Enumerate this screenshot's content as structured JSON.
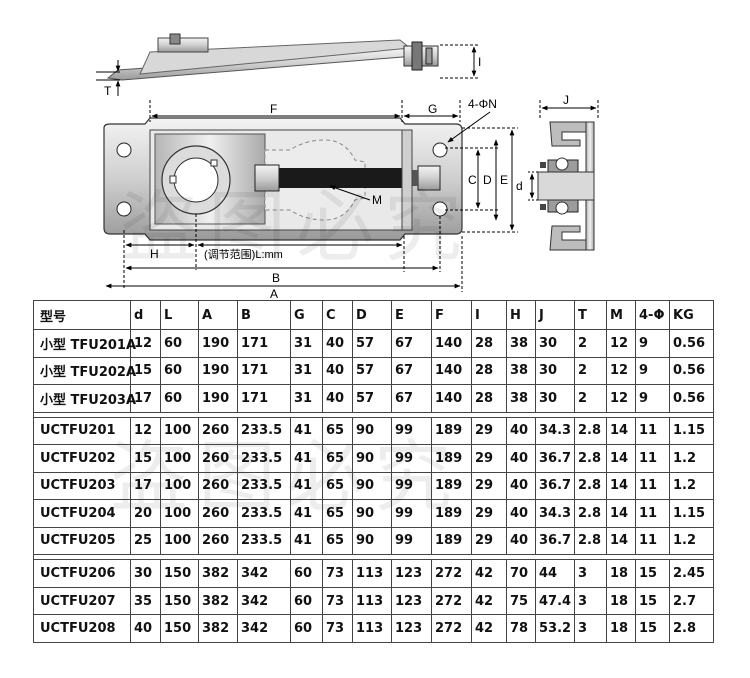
{
  "drawing": {
    "dimension_labels": {
      "I": "I",
      "T": "T",
      "F": "F",
      "G": "G",
      "hole": "4-ΦN",
      "J": "J",
      "C": "C",
      "D": "D",
      "E": "E",
      "d": "d",
      "M": "M",
      "H": "H",
      "L": "(调节范围)L:mm",
      "B": "B",
      "A": "A"
    }
  },
  "watermark": "盗图必究",
  "table": {
    "headers": [
      "型号",
      "d",
      "L",
      "A",
      "B",
      "G",
      "C",
      "D",
      "E",
      "F",
      "I",
      "H",
      "J",
      "T",
      "M",
      "4-Φ",
      "KG"
    ],
    "groups": [
      [
        [
          "小型 TFU201A",
          "12",
          "60",
          "190",
          "171",
          "31",
          "40",
          "57",
          "67",
          "140",
          "28",
          "38",
          "30",
          "2",
          "12",
          "9",
          "0.56"
        ],
        [
          "小型 TFU202A",
          "15",
          "60",
          "190",
          "171",
          "31",
          "40",
          "57",
          "67",
          "140",
          "28",
          "38",
          "30",
          "2",
          "12",
          "9",
          "0.56"
        ],
        [
          "小型 TFU203A",
          "17",
          "60",
          "190",
          "171",
          "31",
          "40",
          "57",
          "67",
          "140",
          "28",
          "38",
          "30",
          "2",
          "12",
          "9",
          "0.56"
        ]
      ],
      [
        [
          "UCTFU201",
          "12",
          "100",
          "260",
          "233.5",
          "41",
          "65",
          "90",
          "99",
          "189",
          "29",
          "40",
          "34.3",
          "2.8",
          "14",
          "11",
          "1.15"
        ],
        [
          "UCTFU202",
          "15",
          "100",
          "260",
          "233.5",
          "41",
          "65",
          "90",
          "99",
          "189",
          "29",
          "40",
          "36.7",
          "2.8",
          "14",
          "11",
          "1.2"
        ],
        [
          "UCTFU203",
          "17",
          "100",
          "260",
          "233.5",
          "41",
          "65",
          "90",
          "99",
          "189",
          "29",
          "40",
          "36.7",
          "2.8",
          "14",
          "11",
          "1.2"
        ],
        [
          "UCTFU204",
          "20",
          "100",
          "260",
          "233.5",
          "41",
          "65",
          "90",
          "99",
          "189",
          "29",
          "40",
          "34.3",
          "2.8",
          "14",
          "11",
          "1.15"
        ],
        [
          "UCTFU205",
          "25",
          "100",
          "260",
          "233.5",
          "41",
          "65",
          "90",
          "99",
          "189",
          "29",
          "40",
          "36.7",
          "2.8",
          "14",
          "11",
          "1.2"
        ]
      ],
      [
        [
          "UCTFU206",
          "30",
          "150",
          "382",
          "342",
          "60",
          "73",
          "113",
          "123",
          "272",
          "42",
          "70",
          "44",
          "3",
          "18",
          "15",
          "2.45"
        ],
        [
          "UCTFU207",
          "35",
          "150",
          "382",
          "342",
          "60",
          "73",
          "113",
          "123",
          "272",
          "42",
          "75",
          "47.4",
          "3",
          "18",
          "15",
          "2.7"
        ],
        [
          "UCTFU208",
          "40",
          "150",
          "382",
          "342",
          "60",
          "73",
          "113",
          "123",
          "272",
          "42",
          "78",
          "53.2",
          "3",
          "18",
          "15",
          "2.8"
        ]
      ]
    ]
  }
}
